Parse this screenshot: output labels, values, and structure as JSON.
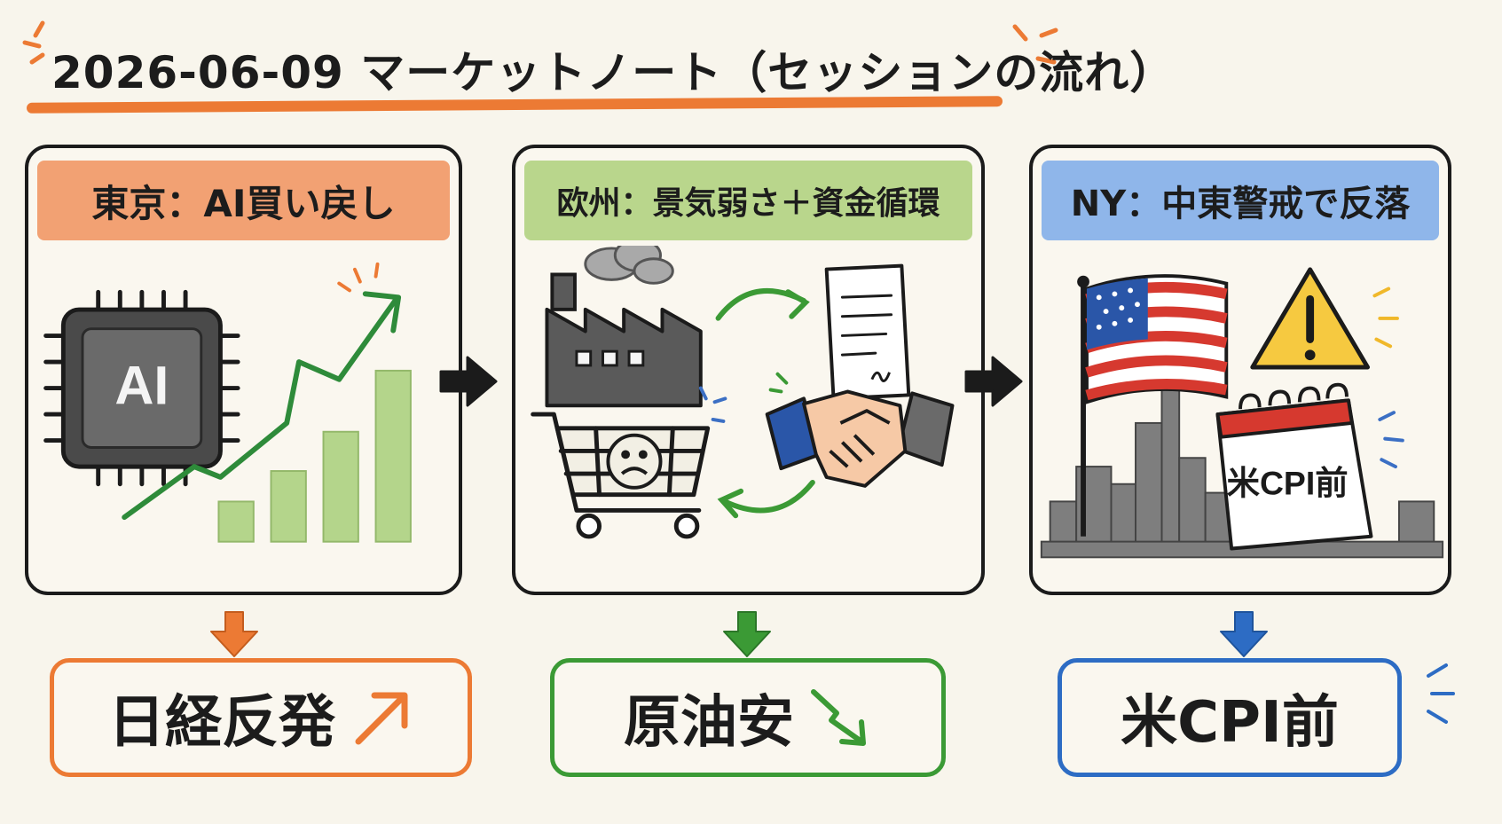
{
  "header": {
    "title": "2026-06-09 マーケットノート（セッションの流れ）"
  },
  "panels": [
    {
      "title": "東京：AI買い戻し",
      "chip_label": "AI",
      "color": "#f2a173"
    },
    {
      "title": "欧州：景気弱さ＋資金循環",
      "color": "#b9d68c"
    },
    {
      "title": "NY：中東警戒で反落",
      "calendar_label": "米CPI前",
      "color": "#8fb6ea"
    }
  ],
  "results": [
    {
      "label": "日経反発",
      "icon": "up-arrow-icon",
      "color": "#ec7a34"
    },
    {
      "label": "原油安",
      "icon": "down-zigzag-arrow-icon",
      "color": "#3b9a35"
    },
    {
      "label": "米CPI前",
      "icon": "none",
      "color": "#2d6cc4"
    }
  ],
  "colors": {
    "background": "#f8f5ec",
    "orange": "#ec7a34",
    "green": "#3b9a35",
    "blue": "#2d6cc4",
    "ink": "#1b1b1b"
  }
}
